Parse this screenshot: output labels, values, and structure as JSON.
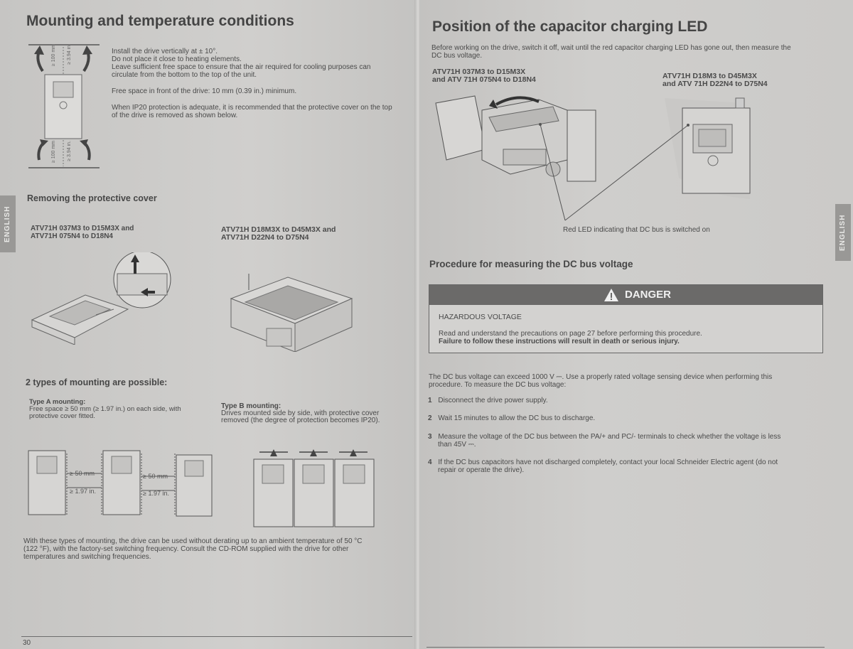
{
  "left_page": {
    "title": "Mounting and temperature conditions",
    "install_text": {
      "line1": "Install the drive vertically at ± 10°.",
      "line2": "Do not place it close to heating elements.",
      "line3": "Leave sufficient free space to ensure that the air required for cooling purposes can",
      "line4": "circulate from the bottom to the top of the unit.",
      "free_space": "Free space in front of the drive: 10 mm (0.39 in.) minimum.",
      "ip20_line1": "When IP20 protection is adequate, it is recommended that the protective cover on the top",
      "ip20_line2": "of the drive is removed as shown below."
    },
    "clearance_top_mm": "≥ 100 mm",
    "clearance_top_in": "≥ 3.94 in.",
    "clearance_bottom_mm": "≥ 100 mm",
    "clearance_bottom_in": "≥ 3.94 in.",
    "section_removing": "Removing the protective cover",
    "model_left_1": "ATV71H 037M3 to D15M3X and",
    "model_left_2": "ATV71H 075N4 to D18N4",
    "model_right_1": "ATV71H D18M3X to D45M3X and",
    "model_right_2": "ATV71H D22N4 to D75N4",
    "section_mounting": "2 types of mounting are possible:",
    "type_a_title": "Type A mounting:",
    "type_a_line1": "Free space ≥ 50 mm (≥ 1.97 in.) on each side, with",
    "type_a_line2": "protective cover fitted.",
    "type_b_title": "Type B mounting:",
    "type_b_line1": "Drives mounted side by side, with protective cover",
    "type_b_line2": "removed (the degree of protection becomes IP20).",
    "gap_mm": "≥ 50 mm",
    "gap_in": "≥ 1.97 in.",
    "derating_line1": "With these types of mounting, the drive can be used without derating up to an ambient temperature of 50 °C",
    "derating_line2": "(122 °F), with the factory-set switching frequency. Consult the CD-ROM supplied with the drive for other",
    "derating_line3": "temperatures and switching frequencies.",
    "page_number": "30",
    "side_tab": "ENGLISH"
  },
  "right_page": {
    "title": "Position of the capacitor charging LED",
    "intro_line1": "Before working on the drive, switch it off, wait until the red capacitor charging LED has gone out, then measure the",
    "intro_line2": "DC bus voltage.",
    "model_left_1": "ATV71H 037M3 to D15M3X",
    "model_left_2": "and ATV 71H 075N4 to D18N4",
    "model_right_1": "ATV71H D18M3 to D45M3X",
    "model_right_2": "and ATV 71H D22N4 to D75N4",
    "led_caption": "Red LED indicating that DC bus is switched on",
    "procedure_title": "Procedure for measuring the DC bus voltage",
    "danger_label": "DANGER",
    "hazard_title": "HAZARDOUS VOLTAGE",
    "hazard_line1": "Read and understand the precautions on page 27 before performing this procedure.",
    "hazard_line2": "Failure to follow these instructions will result in death or serious injury.",
    "body_line1": "The DC bus voltage can exceed 1000 V ⎓. Use a properly rated voltage sensing device when performing this",
    "body_line2": "procedure. To measure the DC bus voltage:",
    "steps": [
      {
        "num": "1",
        "line1": "Disconnect the drive power supply.",
        "line2": ""
      },
      {
        "num": "2",
        "line1": "Wait 15 minutes to allow the DC bus to discharge.",
        "line2": ""
      },
      {
        "num": "3",
        "line1": "Measure the voltage of the DC bus between the PA/+ and PC/- terminals to check whether the voltage is less",
        "line2": "than 45V ⎓."
      },
      {
        "num": "4",
        "line1": "If the DC bus capacitors have not discharged completely, contact your local Schneider Electric agent (do not",
        "line2": "repair or operate the drive)."
      }
    ],
    "side_tab": "ENGLISH"
  },
  "colors": {
    "paper": "#cfcecc",
    "danger_bar": "#6b6a69",
    "tab": "#999896",
    "text": "#4a4a4a"
  }
}
